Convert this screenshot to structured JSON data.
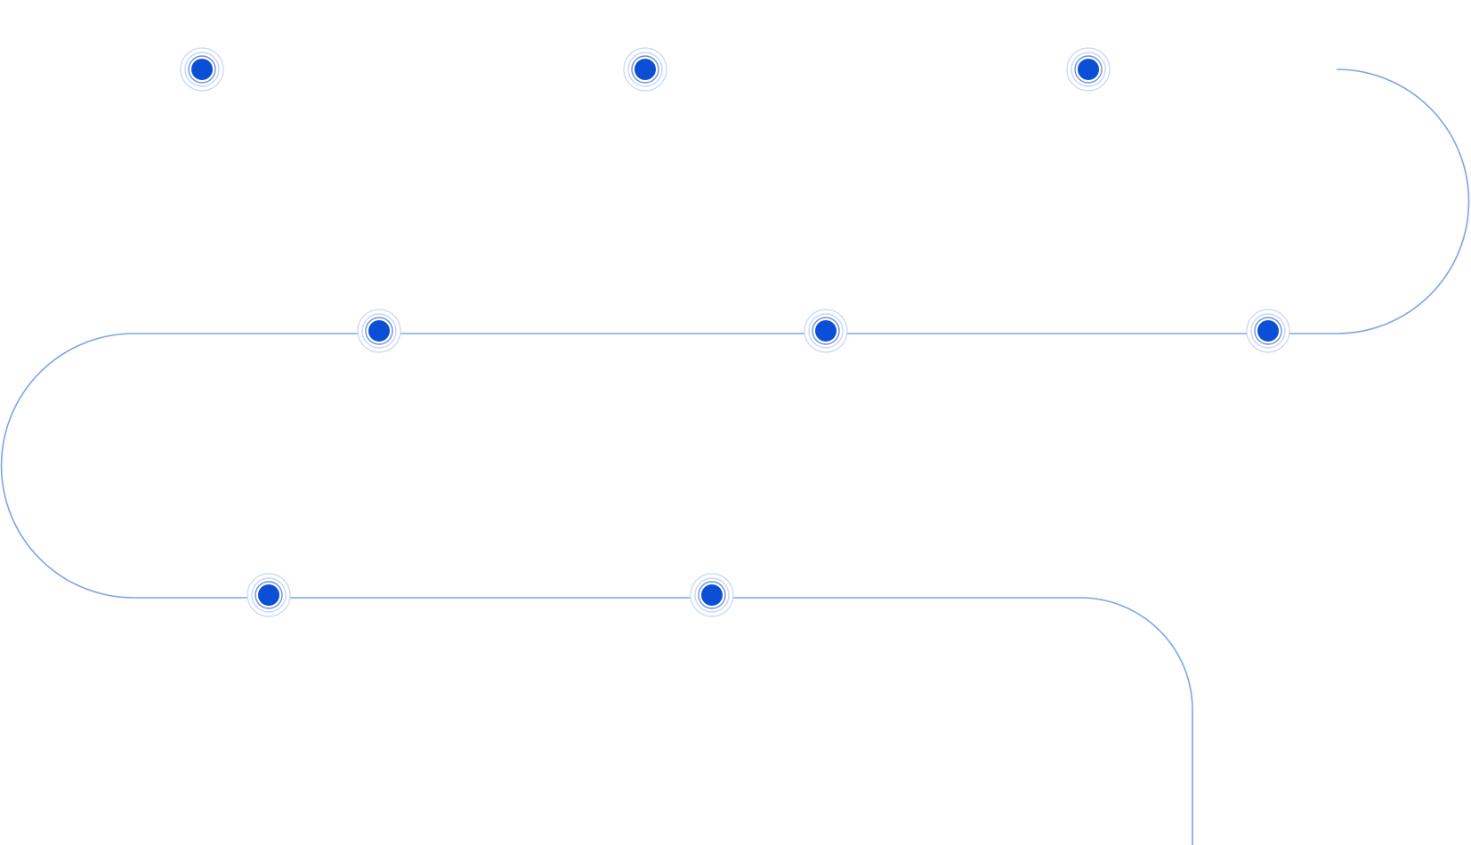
{
  "timeline": {
    "rows": [
      {
        "direction": "left-to-right",
        "milestone_count": 3
      },
      {
        "direction": "right-to-left",
        "milestone_count": 3
      },
      {
        "direction": "left-to-right",
        "milestone_count": 2
      }
    ],
    "milestones": [
      {
        "id": "milestone-1",
        "row": 1,
        "order": 1
      },
      {
        "id": "milestone-2",
        "row": 1,
        "order": 2
      },
      {
        "id": "milestone-3",
        "row": 1,
        "order": 3
      },
      {
        "id": "milestone-4",
        "row": 2,
        "order": 1
      },
      {
        "id": "milestone-5",
        "row": 2,
        "order": 2
      },
      {
        "id": "milestone-6",
        "row": 2,
        "order": 3
      },
      {
        "id": "milestone-7",
        "row": 3,
        "order": 1
      },
      {
        "id": "milestone-8",
        "row": 3,
        "order": 2
      }
    ],
    "colors": {
      "dot_fill": "#0b4fd6",
      "track_stroke": "#7aa6ea",
      "track_faint": "#dbe6f8",
      "halo_ring": "#c7d6f3",
      "inner_ring": "#6d93dc",
      "background": "#ffffff"
    }
  }
}
